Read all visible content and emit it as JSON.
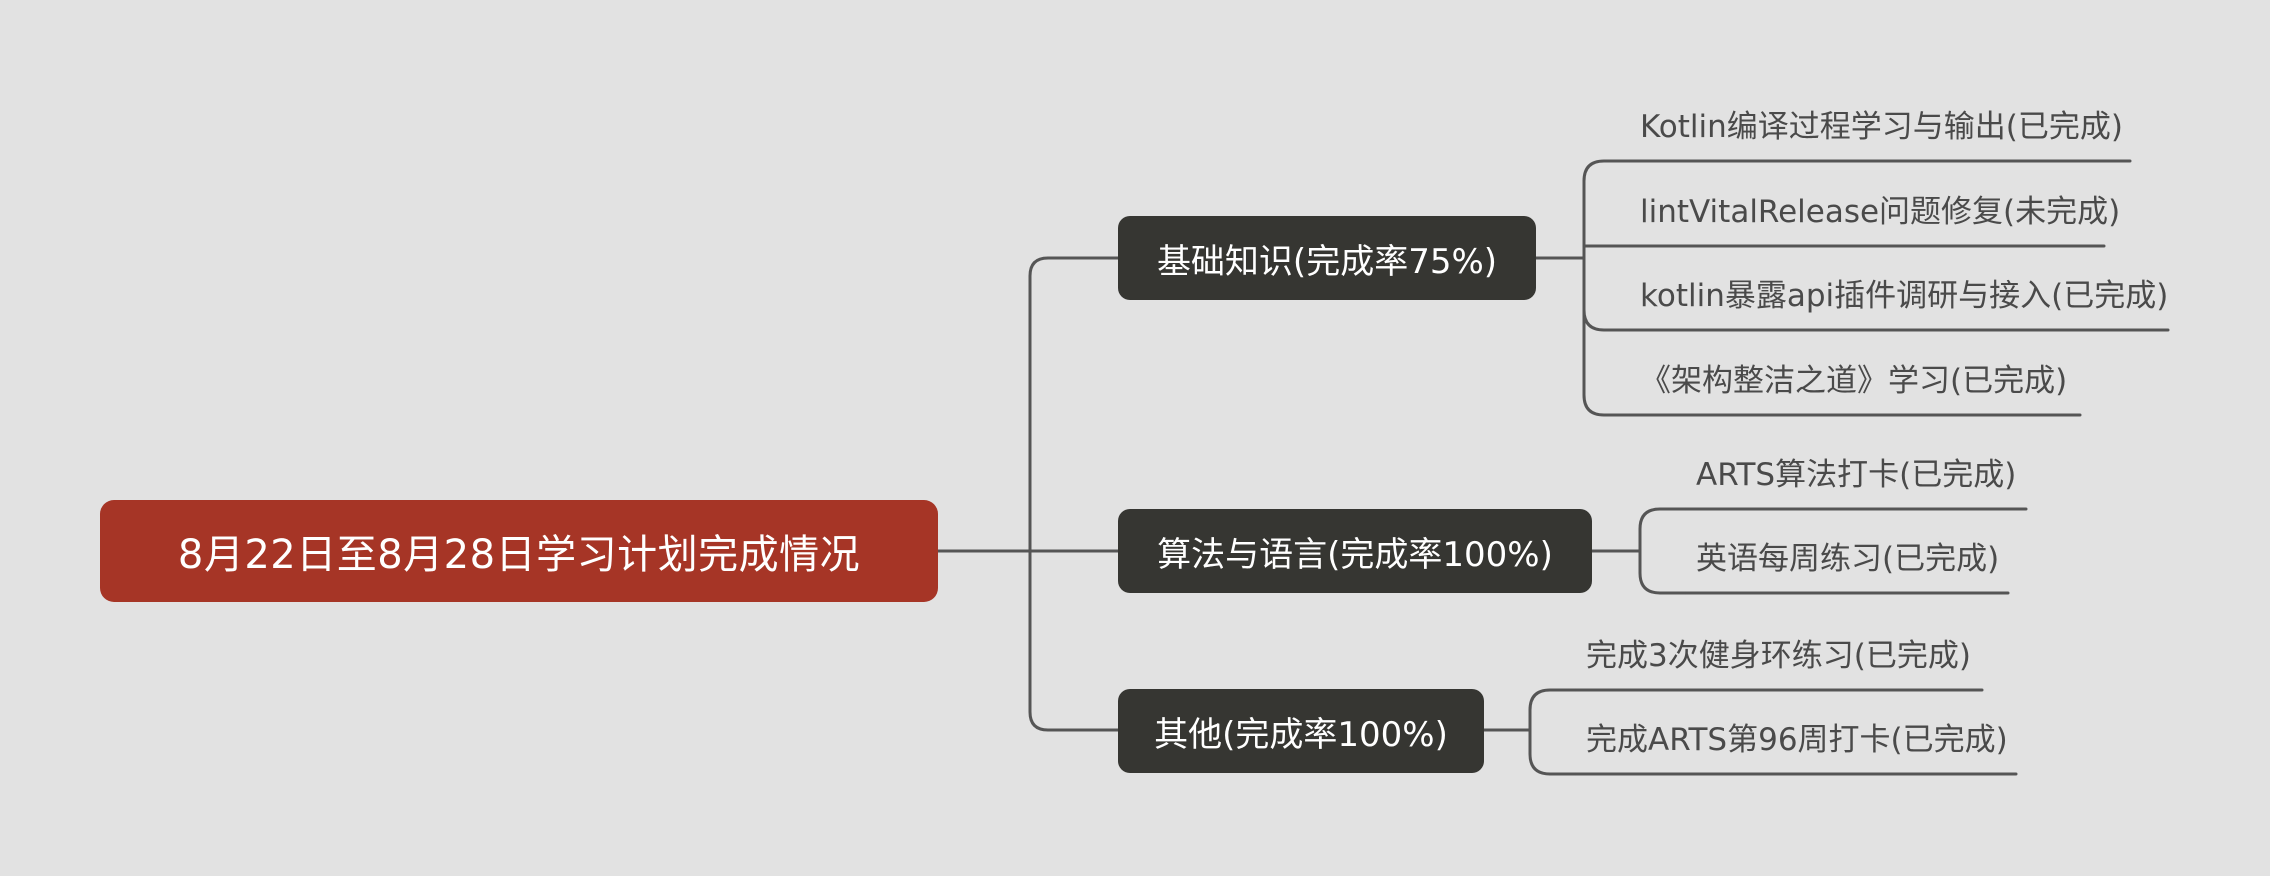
{
  "root": {
    "label": "8月22日至8月28日学习计划完成情况"
  },
  "branches": [
    {
      "label": "基础知识(完成率75%)",
      "items": [
        "Kotlin编译过程学习与输出(已完成)",
        "lintVitalRelease问题修复(未完成)",
        "kotlin暴露api插件调研与接入(已完成)",
        "《架构整洁之道》学习(已完成)"
      ]
    },
    {
      "label": "算法与语言(完成率100%)",
      "items": [
        "ARTS算法打卡(已完成)",
        "英语每周练习(已完成)"
      ]
    },
    {
      "label": "其他(完成率100%)",
      "items": [
        "完成3次健身环练习(已完成)",
        "完成ARTS第96周打卡(已完成)"
      ]
    }
  ],
  "colors": {
    "background": "#e2e2e2",
    "root_fill": "#a63526",
    "branch_fill": "#363632",
    "line": "#555555",
    "leaf_text": "#4a4a4a"
  }
}
